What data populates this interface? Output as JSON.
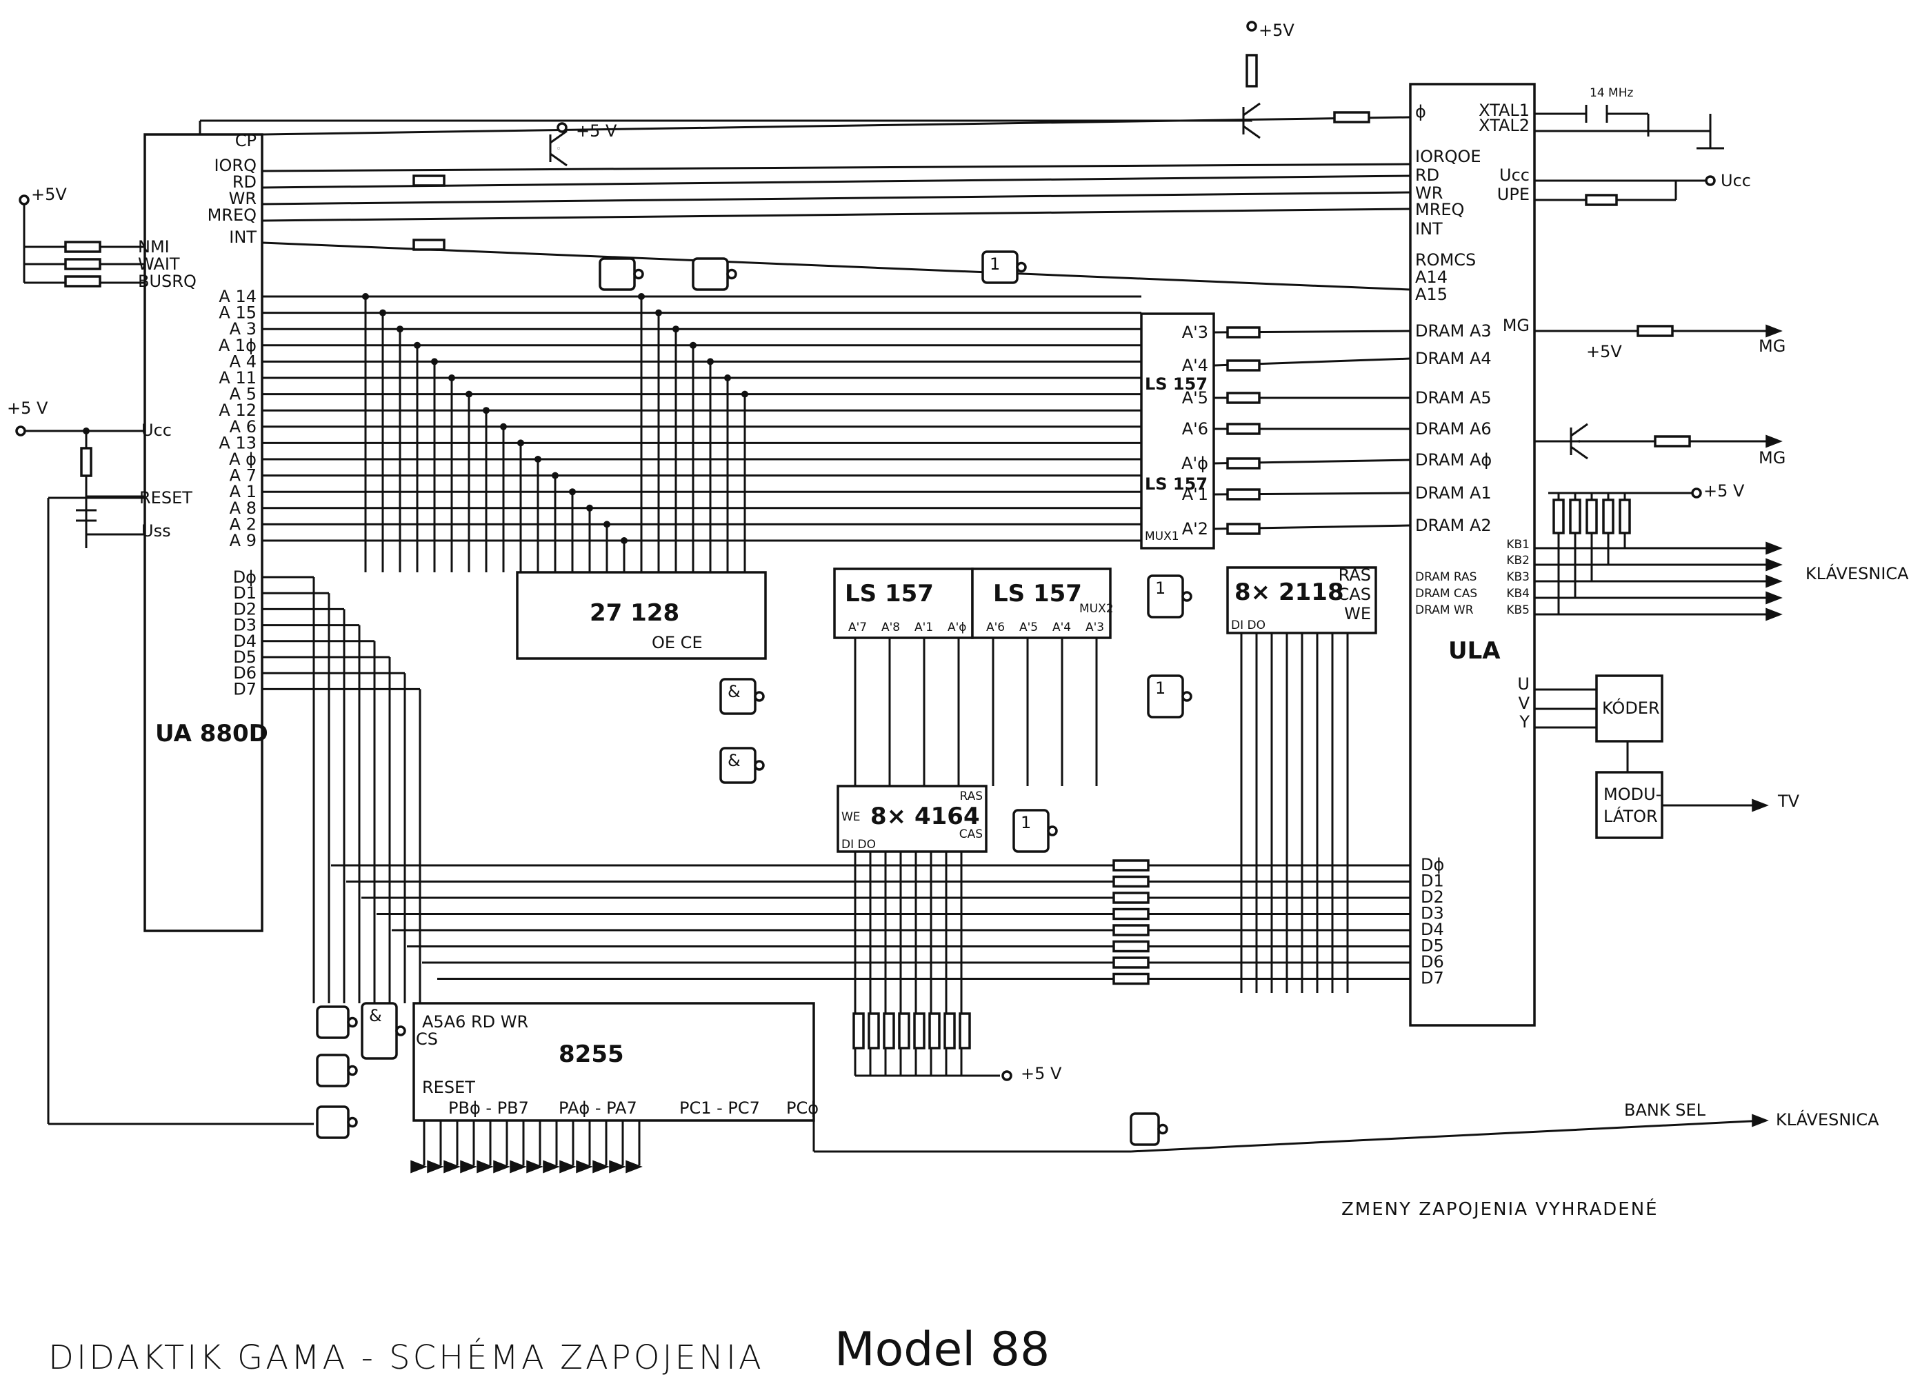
{
  "chips": {
    "cpu": "UA 880D",
    "rom": "27 128",
    "mux_left": "LS 157",
    "mux_right": "LS 157",
    "mux_top_a": "LS 157",
    "mux_top_b": "LS 157",
    "dram_main": "8× 4164",
    "vram": "8× 2118",
    "ppi": "8255",
    "ula": "ULA",
    "coder": "KÓDER",
    "modulator_line1": "MODU-",
    "modulator_line2": "LÁTOR"
  },
  "cpu_pins": {
    "left": [
      "NMI",
      "WAIT",
      "BUSRQ"
    ],
    "top": [
      "CP",
      "IORQ",
      "RD",
      "WR",
      "MREQ",
      "INT"
    ],
    "address": [
      "A 14",
      "A 15",
      "A 3",
      "A 1ϕ",
      "A 4",
      "A 11",
      "A 5",
      "A 12",
      "A 6",
      "A 13",
      "A ϕ",
      "A 7",
      "A 1",
      "A 8",
      "A 2",
      "A 9"
    ],
    "data": [
      "Dϕ",
      "D1",
      "D2",
      "D3",
      "D4",
      "D5",
      "D6",
      "D7"
    ],
    "power": [
      "Ucc",
      "RESET",
      "Uss"
    ]
  },
  "rom_pins": "OE CE",
  "mux_left_pins": [
    "A'7",
    "A'8",
    "A'1",
    "A'ϕ"
  ],
  "mux_right_pins": [
    "A'6",
    "A'5",
    "A'4",
    "A'3"
  ],
  "mux2_label": "MUX2",
  "mux1_label": "MUX1",
  "mux_top_pins": [
    "A'3",
    "A'4",
    "A'5",
    "A'6",
    "A'ϕ",
    "A'1",
    "A'2"
  ],
  "dram_pins": [
    "WE",
    "RAS",
    "CAS",
    "DI DO"
  ],
  "vram_pins": [
    "RAS",
    "CAS",
    "WE",
    "DI DO"
  ],
  "ppi_pins": {
    "top": "A5A6 RD WR",
    "cs": "CS",
    "reset": "RESET",
    "ports": [
      "PBϕ - PB7",
      "PAϕ - PA7",
      "PC1 - PC7",
      "PCϕ"
    ]
  },
  "ula_pins": {
    "left": [
      "ϕ",
      "IORQOE",
      "RD",
      "WR",
      "MREQ",
      "INT",
      "ROMCS",
      "A14",
      "A15",
      "DRAM A3",
      "DRAM A4",
      "DRAM A5",
      "DRAM A6",
      "DRAM Aϕ",
      "DRAM A1",
      "DRAM A2",
      "DRAM RAS",
      "DRAM CAS",
      "DRAM WR"
    ],
    "right": [
      "XTAL1",
      "XTAL2",
      "Ucc",
      "UPE",
      "MG",
      "KB1",
      "KB2",
      "KB3",
      "KB4",
      "KB5",
      "U",
      "V",
      "Y"
    ]
  },
  "bus_data": [
    "Dϕ",
    "D1",
    "D2",
    "D3",
    "D4",
    "D5",
    "D6",
    "D7"
  ],
  "labels": {
    "plus5v": "+5 V",
    "plus5v_alt": "+5V",
    "crystal": "14 MHz",
    "ucc": "Ucc",
    "mg": "MG",
    "keyboard": "KLÁVESNICA",
    "tv": "TV",
    "bank_sel": "BANK SEL",
    "gate_and": "&",
    "gate_or": "1"
  },
  "note": "ZMENY ZAPOJENIA VYHRADENÉ",
  "title": "DIDAKTIK GAMA - SCHÉMA ZAPOJENIA",
  "model": "Model 88"
}
